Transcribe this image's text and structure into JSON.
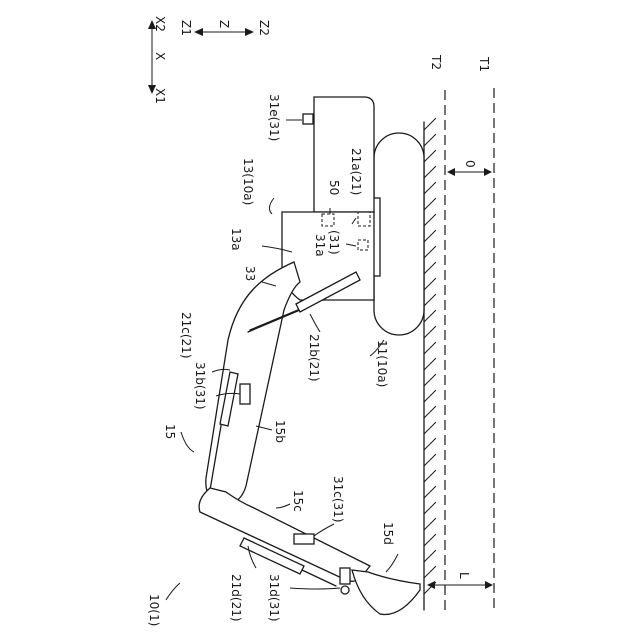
{
  "axes": {
    "x2": "X2",
    "x1": "X1",
    "x": "X",
    "z1": "Z1",
    "z": "Z",
    "z2": "Z2"
  },
  "labels": {
    "l_10_1": "10(1)",
    "l_11_10a": "11(10a)",
    "l_13_10a": "13(10a)",
    "l_13a": "13a",
    "l_15": "15",
    "l_15b": "15b",
    "l_15c": "15c",
    "l_15d": "15d",
    "l_21a": "21a(21)",
    "l_21b": "21b(21)",
    "l_21c": "21c(21)",
    "l_21d": "21d(21)",
    "l_31a_a": "31a",
    "l_31a_b": "(31)",
    "l_31b": "31b(31)",
    "l_31c": "31c(31)",
    "l_31d": "31d(31)",
    "l_31e": "31e(31)",
    "l_33": "33",
    "l_50": "50",
    "l_T1": "T1",
    "l_T2": "T2",
    "l_0": "0",
    "l_L": "L"
  }
}
